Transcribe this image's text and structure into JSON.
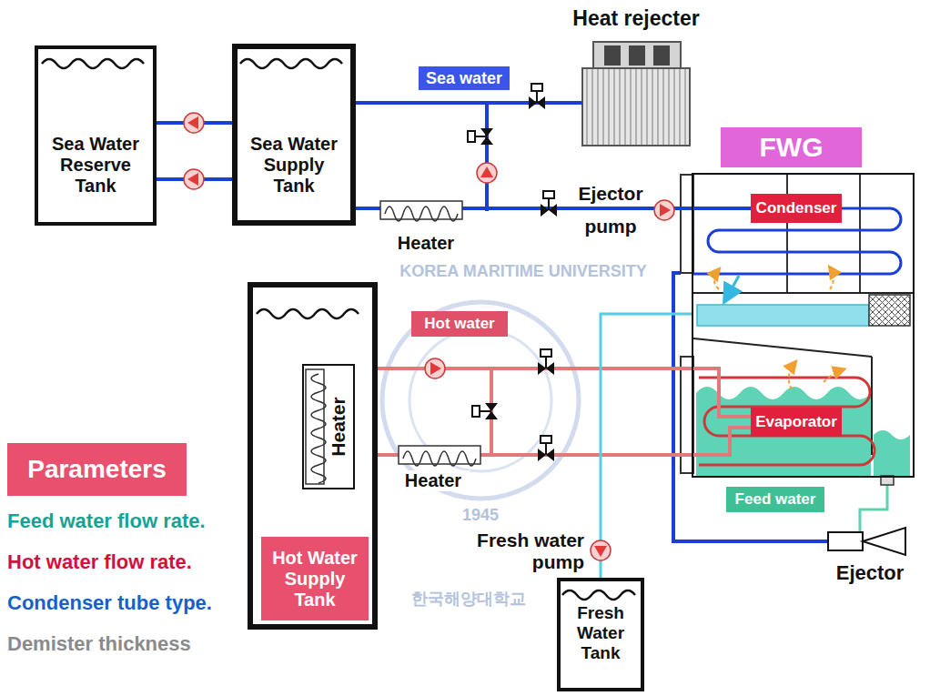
{
  "diagram": {
    "nodes": [
      {
        "text": [
          "Sea Water Reserve Tank"
        ]
      },
      {
        "text": [
          "Sea Water Supply Tank"
        ]
      },
      {
        "text": [
          "Heat rejecter"
        ]
      },
      {
        "text": [
          "FWG"
        ]
      },
      {
        "text": [
          "Condenser"
        ],
        "in": 3
      },
      {
        "text": [
          "Evaporator"
        ],
        "in": 3
      },
      {
        "text": [
          "Hot Water Supply Tank"
        ]
      },
      {
        "text": [
          "Heater"
        ],
        "in": 6
      },
      {
        "text": [
          "Fresh Water Tank"
        ]
      },
      {
        "text": [
          "Parameters"
        ]
      }
    ],
    "edges": [
      {
        "from": 0,
        "to": 1,
        "arrow": "none"
      },
      {
        "from": 0,
        "to": 1,
        "arrow": "none"
      },
      {
        "from": 1,
        "to": 2,
        "label": "Sea water",
        "arrow": "none"
      },
      {
        "from": 1,
        "to": 4,
        "arrow": "none"
      },
      {
        "from": 6,
        "to": 5,
        "label": "Hot water",
        "arrow": "none"
      },
      {
        "from": 6,
        "to": 5,
        "arrow": "none"
      },
      {
        "from": 3,
        "to": 8,
        "arrow": "none"
      }
    ],
    "labels": [
      "Heater",
      "Ejector pump",
      "Heater",
      "Fresh water pump",
      "Feed water",
      "Ejector",
      "Feed water flow rate.",
      "Hot water flow rate.",
      "Condenser tube type.",
      "Demister thickness",
      "KOREA MARITIME UNIVERSITY",
      "1945",
      "한국해양대학교"
    ]
  }
}
